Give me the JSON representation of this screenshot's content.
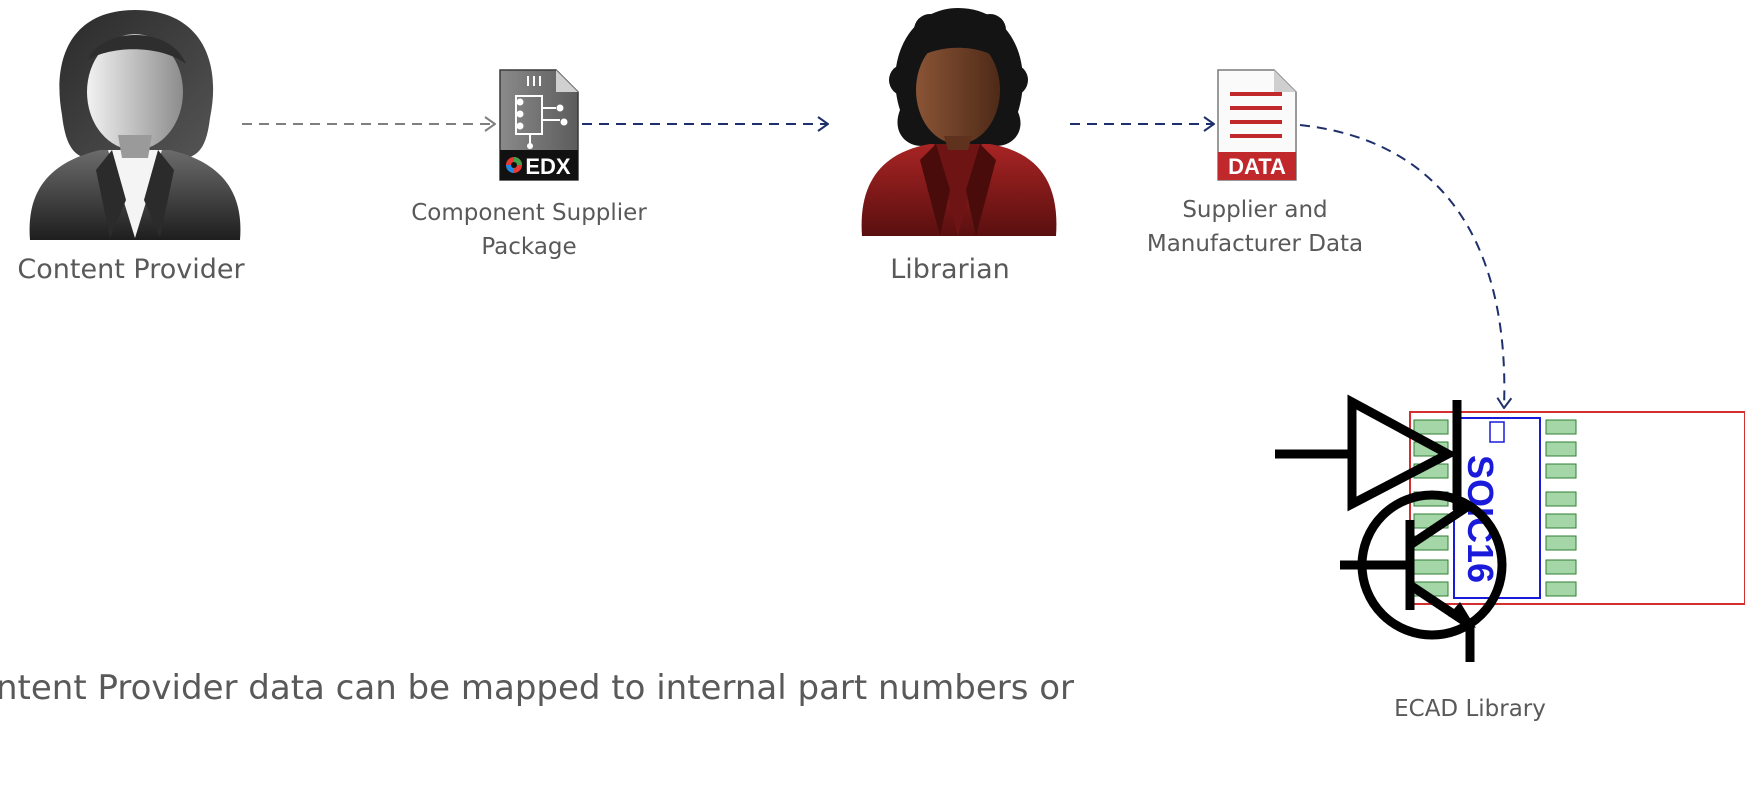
{
  "actors": {
    "content_provider": "Content Provider",
    "librarian": "Librarian"
  },
  "artifacts": {
    "package_line1": "Component Supplier",
    "package_line2": "Package",
    "edx_badge": "EDX",
    "data_line1": "Supplier and",
    "data_line2": "Manufacturer Data",
    "data_badge": "DATA",
    "ecad_library": "ECAD Library",
    "footprint_text": "SOIC16"
  },
  "footer": {
    "line1": "ntent Provider data can be mapped to internal part numbers or",
    "line2": ""
  },
  "colors": {
    "text": "#595959",
    "arrow_gray": "#7f7f7f",
    "arrow_navy": "#1f2f6b",
    "librarian_jacket": "#8b1a1a",
    "data_red": "#c0282c",
    "pad_green": "#a5d6a7",
    "footprint_blue": "#1a1adb",
    "outline_red": "#d32f2f"
  }
}
